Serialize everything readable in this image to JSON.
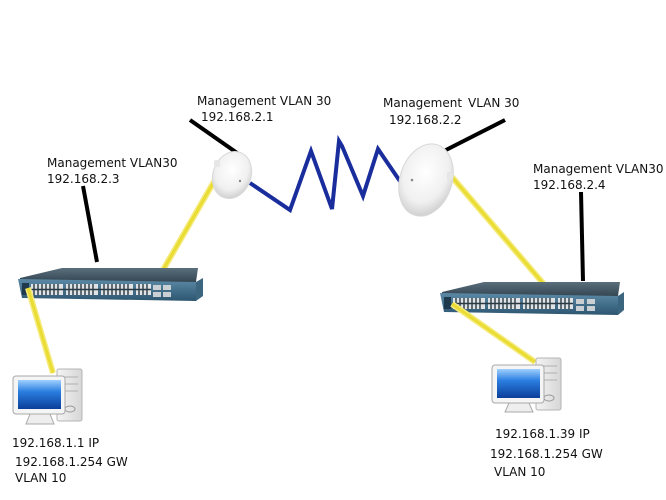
{
  "diagram": {
    "type": "network-topology",
    "colors": {
      "ethernet_link": "#f0e040",
      "wireless_link": "#1a2d9c",
      "management_leader": "#000000",
      "switch_body": "#2f4a5e",
      "screen": "#1e6fd0"
    },
    "radios": [
      {
        "id": "radio-left",
        "label_line1": "Management  VLAN 30",
        "label_line2": "192.168.2.1"
      },
      {
        "id": "radio-right",
        "label_line1a": "Management",
        "label_line1b": "VLAN 30",
        "label_line2": "192.168.2.2"
      }
    ],
    "switches": [
      {
        "id": "switch-left",
        "label_line1": "Management VLAN30",
        "label_line2": "192.168.2.3"
      },
      {
        "id": "switch-right",
        "label_line1": "Management VLAN30",
        "label_line2": "192.168.2.4"
      }
    ],
    "hosts": [
      {
        "id": "pc-left",
        "ip": "192.168.1.1  IP",
        "gw": "192.168.1.254 GW",
        "vlan": "VLAN 10"
      },
      {
        "id": "pc-right",
        "ip": "192.168.1.39  IP",
        "gw": "192.168.1.254 GW",
        "vlan": "VLAN 10"
      }
    ],
    "links": [
      {
        "from": "pc-left",
        "to": "switch-left",
        "kind": "ethernet"
      },
      {
        "from": "switch-left",
        "to": "radio-left",
        "kind": "ethernet"
      },
      {
        "from": "radio-left",
        "to": "radio-right",
        "kind": "wireless"
      },
      {
        "from": "radio-right",
        "to": "switch-right",
        "kind": "ethernet"
      },
      {
        "from": "switch-right",
        "to": "pc-right",
        "kind": "ethernet"
      }
    ]
  }
}
